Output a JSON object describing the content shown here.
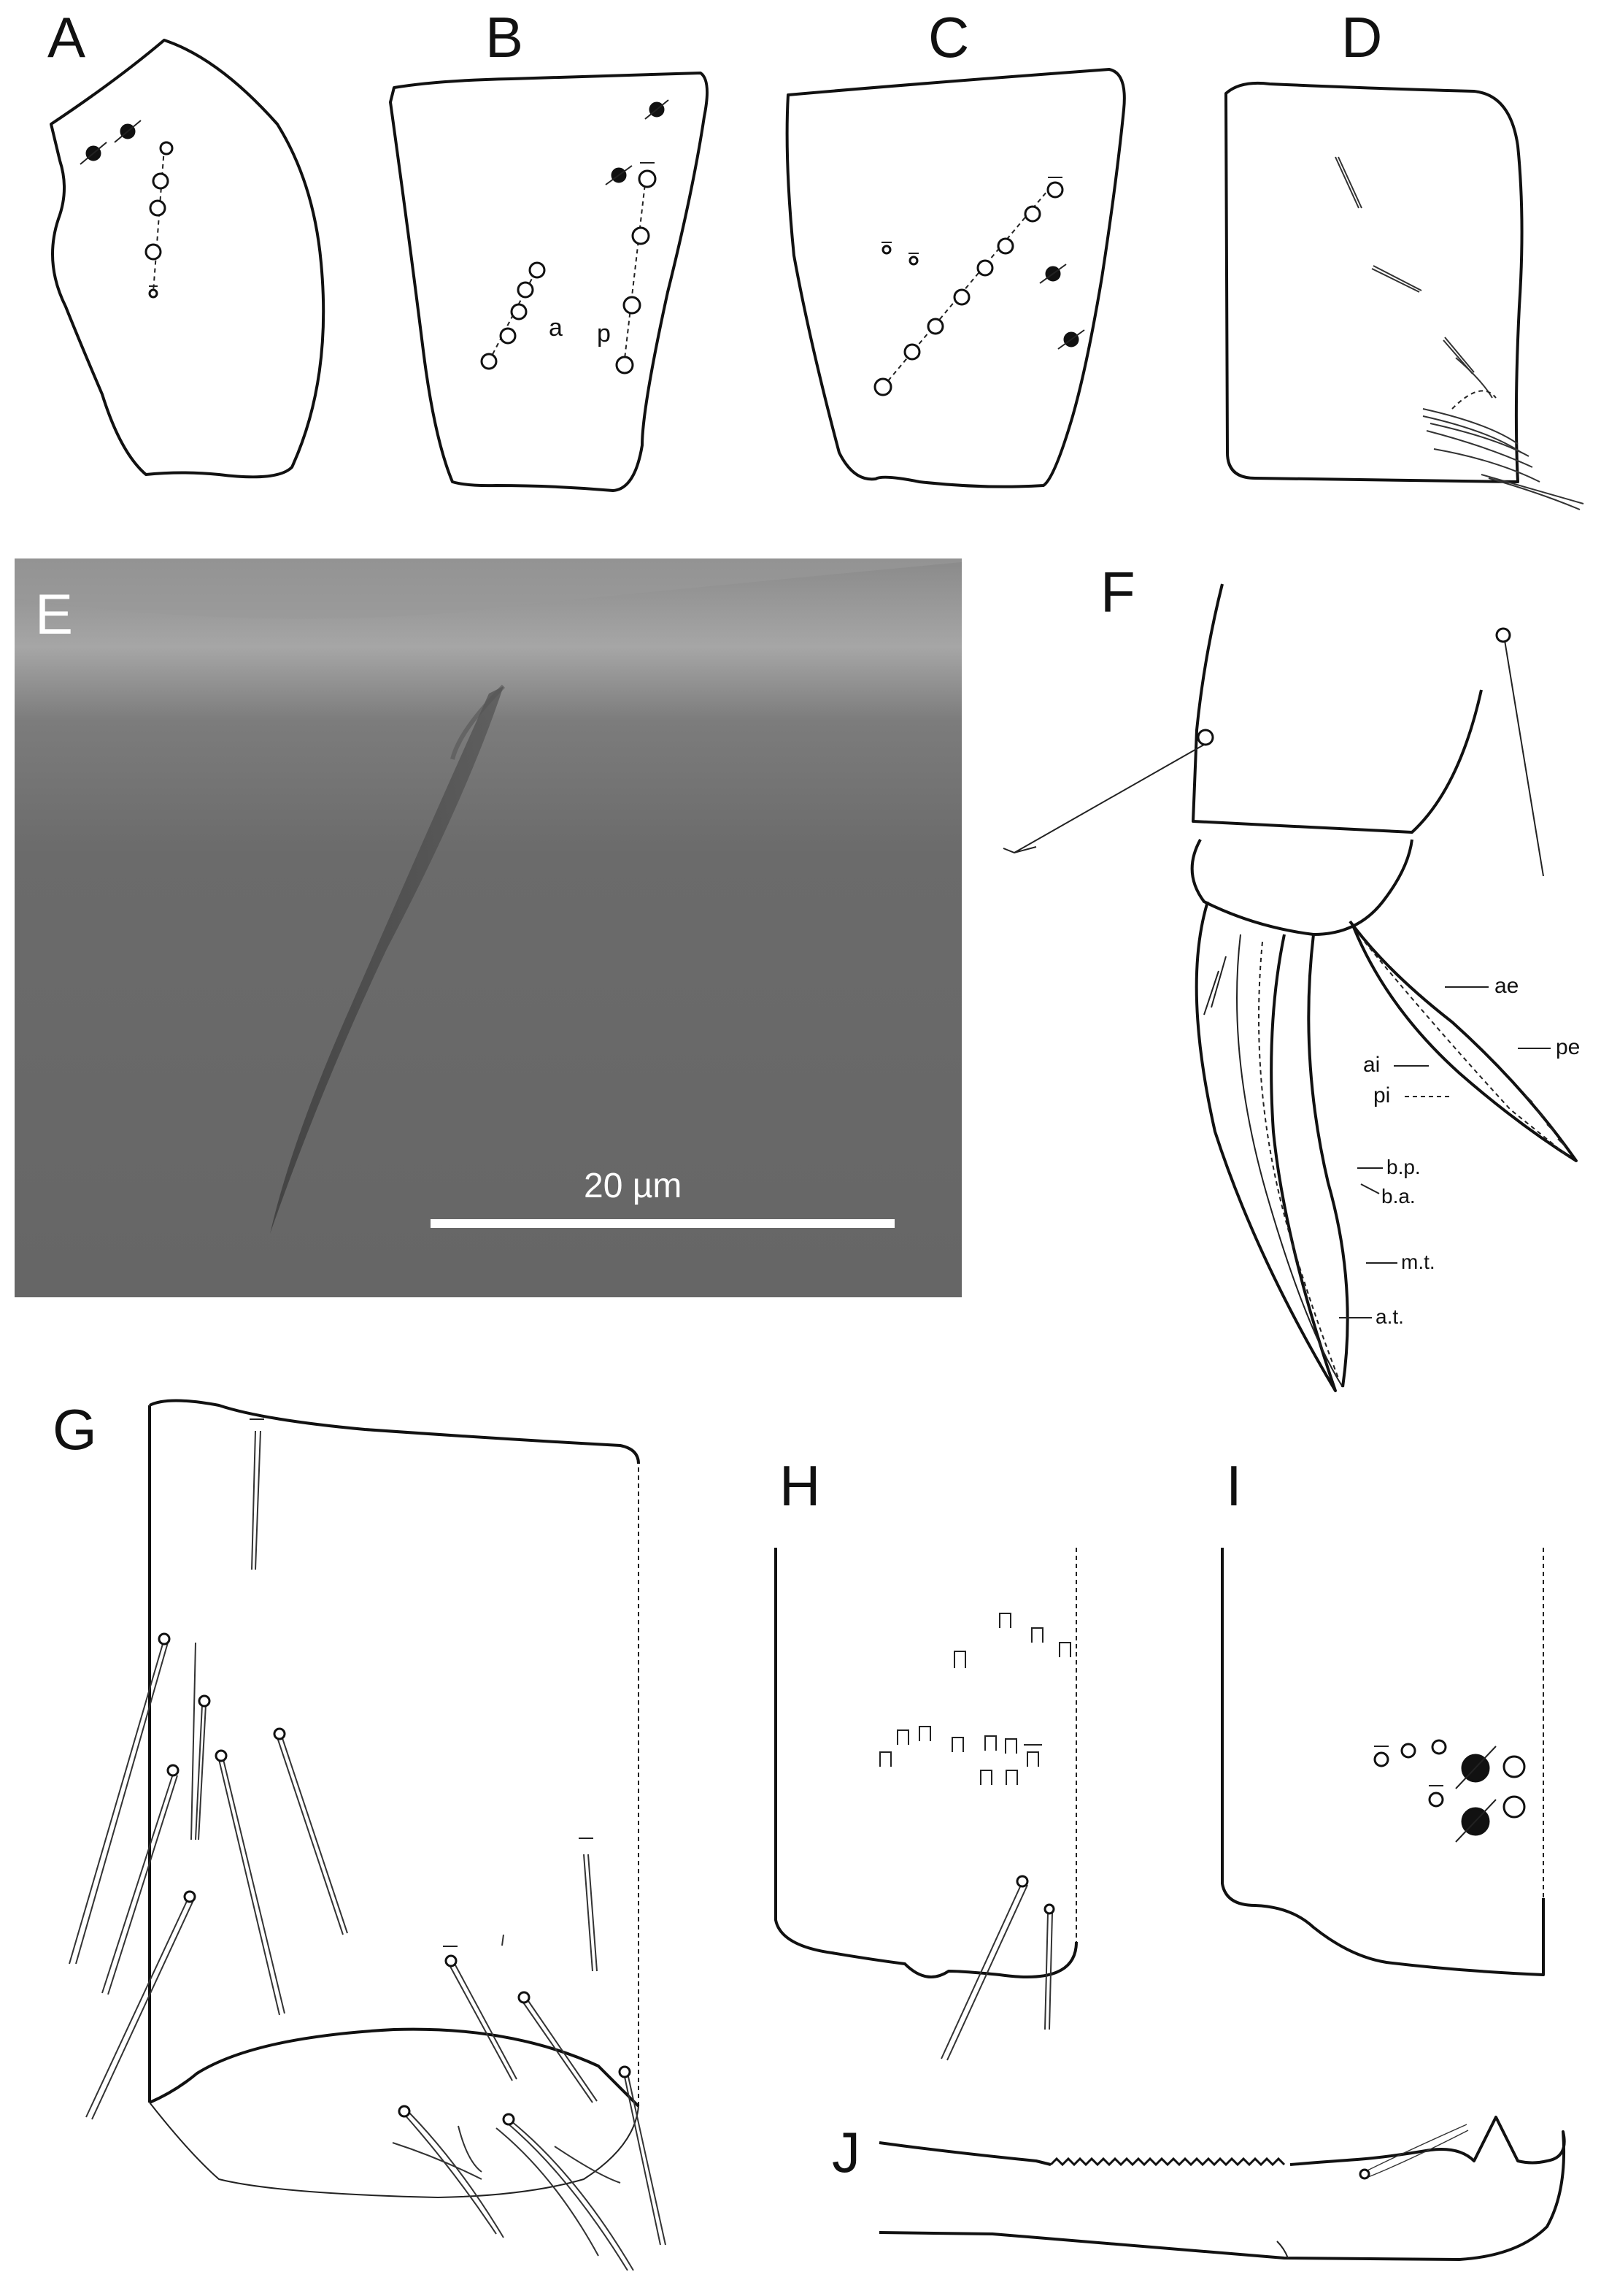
{
  "panels": {
    "A": {
      "letter": "A"
    },
    "B": {
      "letter": "B",
      "labels": [
        "a",
        "p"
      ]
    },
    "C": {
      "letter": "C"
    },
    "D": {
      "letter": "D"
    },
    "E": {
      "letter": "E",
      "scale_bar": "20 µm"
    },
    "F": {
      "letter": "F",
      "labels": [
        "ae",
        "pe",
        "ai",
        "pi",
        "b.p.",
        "b.a.",
        "m.t.",
        "a.t."
      ]
    },
    "G": {
      "letter": "G"
    },
    "H": {
      "letter": "H"
    },
    "I": {
      "letter": "I"
    },
    "J": {
      "letter": "J"
    }
  },
  "colors": {
    "line": "#111111",
    "micrograph_bg": "#6a6a6a",
    "scale_bar": "#ffffff"
  },
  "legend_symbols": [
    "open-circle-sensillum",
    "filled-circle-pseudopore",
    "small-macro-chaeta"
  ]
}
